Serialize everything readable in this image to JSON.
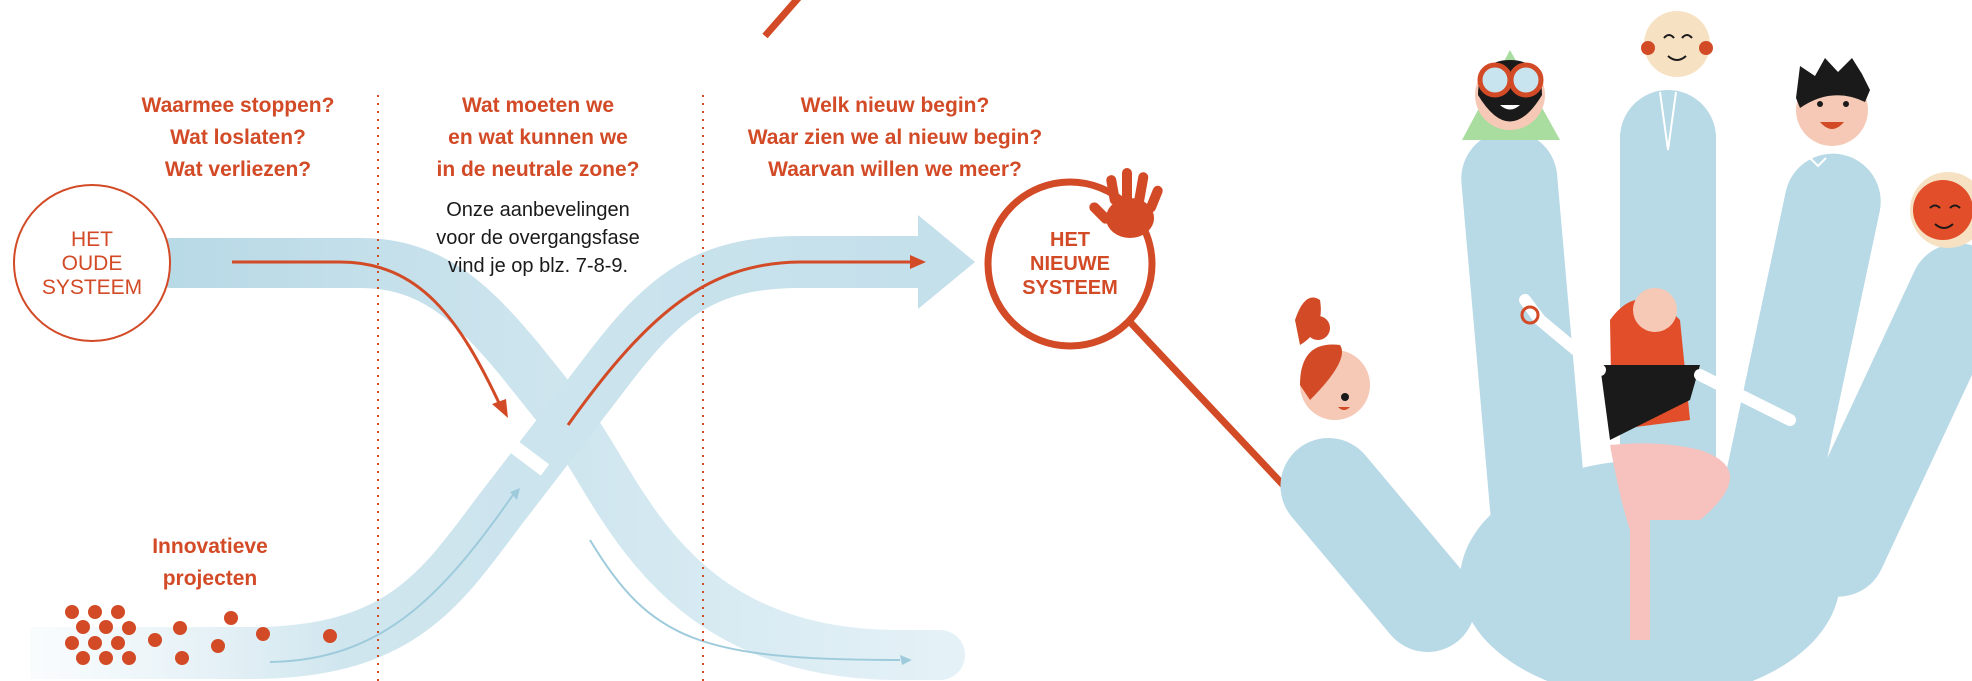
{
  "phases": [
    {
      "id": "ending",
      "questions": [
        "Waarmee stoppen?",
        "Wat loslaten?",
        "Wat verliezen?"
      ]
    },
    {
      "id": "neutral",
      "questions": [
        "Wat moeten we",
        "en wat kunnen we",
        "in de neutrale zone?"
      ],
      "note": [
        "Onze aanbevelingen",
        "voor de overgangsfase",
        "vind je op blz. 7-8-9."
      ]
    },
    {
      "id": "beginning",
      "questions": [
        "Welk nieuw begin?",
        "Waar zien we al nieuw begin?",
        "Waarvan willen we meer?"
      ]
    }
  ],
  "old_system": [
    "HET",
    "OUDE",
    "SYSTEEM"
  ],
  "new_system": [
    "HET",
    "NIEUWE",
    "SYSTEEM"
  ],
  "innovation": [
    "Innovatieve",
    "projecten"
  ],
  "colors": {
    "accent": "#d24a26",
    "flow": "#b8d9e6",
    "text": "#1a1a1a",
    "divider": "#d24a26"
  }
}
